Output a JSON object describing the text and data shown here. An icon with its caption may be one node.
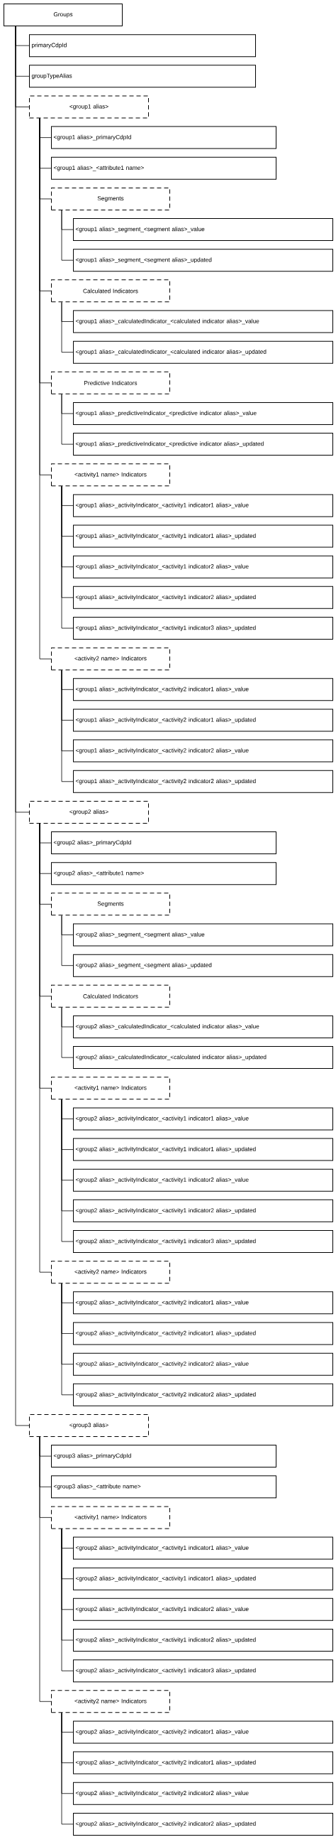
{
  "diagram": {
    "nodes": [
      {
        "text": [
          "Groups"
        ]
      },
      {
        "text": [
          "primaryCdpId"
        ]
      },
      {
        "text": [
          "groupTypeAlias"
        ]
      },
      {
        "text": [
          "<group1 alias>"
        ]
      },
      {
        "text": [
          "<group1 alias>_primaryCdpId"
        ]
      },
      {
        "text": [
          "<group1 alias>_<attribute1 name>"
        ]
      },
      {
        "text": [
          "Segments"
        ]
      },
      {
        "text": [
          "<group1 alias>_segment_<segment alias>_value"
        ]
      },
      {
        "text": [
          "<group1 alias>_segment_<segment alias>_updated"
        ]
      },
      {
        "text": [
          "Calculated Indicators"
        ]
      },
      {
        "text": [
          "<group1 alias>_calculatedIndicator_<calculated indicator alias>_value"
        ]
      },
      {
        "text": [
          "<group1 alias>_calculatedIndicator_<calculated indicator alias>_updated"
        ]
      },
      {
        "text": [
          "Predictive Indicators"
        ]
      },
      {
        "text": [
          "<group1 alias>_predictiveIndicator_<predictive indicator alias>_value"
        ]
      },
      {
        "text": [
          "<group1 alias>_predictiveIndicator_<predictive indicator alias>_updated"
        ]
      },
      {
        "text": [
          "<activity1 name> Indicators"
        ]
      },
      {
        "text": [
          "<group1 alias>_activityIndicator_<activity1 indicator1 alias>_value"
        ]
      },
      {
        "text": [
          "<group1 alias>_activityIndicator_<activity1 indicator1 alias>_updated"
        ]
      },
      {
        "text": [
          "<group1 alias>_activityIndicator_<activity1 indicator2 alias>_value"
        ]
      },
      {
        "text": [
          "<group1 alias>_activityIndicator_<activity1 indicator2 alias>_updated"
        ]
      },
      {
        "text": [
          "<group1 alias>_activityIndicator_<activity1 indicator3 alias>_updated"
        ]
      },
      {
        "text": [
          "<activity2 name> Indicators"
        ]
      },
      {
        "text": [
          "<group1 alias>_activityIndicator_<activity2 indicator1 alias>_value"
        ]
      },
      {
        "text": [
          "<group1 alias>_activityIndicator_<activity2 indicator1 alias>_updated"
        ]
      },
      {
        "text": [
          "<group1 alias>_activityIndicator_<activity2 indicator2 alias>_value"
        ]
      },
      {
        "text": [
          "<group1 alias>_activityIndicator_<activity2 indicator2 alias>_updated"
        ]
      },
      {
        "text": [
          "<group2 alias>"
        ]
      },
      {
        "text": [
          "<group2 alias>_primaryCdpId"
        ]
      },
      {
        "text": [
          "<group2 alias>_<attribute1 name>"
        ]
      },
      {
        "text": [
          "Segments"
        ]
      },
      {
        "text": [
          "<group2 alias>_segment_<segment alias>_value"
        ]
      },
      {
        "text": [
          "<group2 alias>_segment_<segment alias>_updated"
        ]
      },
      {
        "text": [
          "Calculated Indicators"
        ]
      },
      {
        "text": [
          "<group2 alias>_calculatedIndicator_<calculated indicator alias>_value"
        ]
      },
      {
        "text": [
          "<group2 alias>_calculatedIndicator_<calculated indicator alias>_updated"
        ]
      },
      {
        "text": [
          "<activity1 name> Indicators"
        ]
      },
      {
        "text": [
          "<group2 alias>_activityIndicator_<activity1 indicator1 alias>_value"
        ]
      },
      {
        "text": [
          "<group2 alias>_activityIndicator_<activity1 indicator1 alias>_updated"
        ]
      },
      {
        "text": [
          "<group2 alias>_activityIndicator_<activity1 indicator2 alias>_value"
        ]
      },
      {
        "text": [
          "<group2 alias>_activityIndicator_<activity1 indicator2 alias>_updated"
        ]
      },
      {
        "text": [
          "<group2 alias>_activityIndicator_<activity1 indicator3 alias>_updated"
        ]
      },
      {
        "text": [
          "<activity2 name> Indicators"
        ]
      },
      {
        "text": [
          "<group2 alias>_activityIndicator_<activity2 indicator1 alias>_value"
        ]
      },
      {
        "text": [
          "<group2 alias>_activityIndicator_<activity2 indicator1 alias>_updated"
        ]
      },
      {
        "text": [
          "<group2 alias>_activityIndicator_<activity2 indicator2 alias>_value"
        ]
      },
      {
        "text": [
          "<group2 alias>_activityIndicator_<activity2 indicator2 alias>_updated"
        ]
      },
      {
        "text": [
          "<group3 alias>"
        ]
      },
      {
        "text": [
          "<group3 alias>_primaryCdpId"
        ]
      },
      {
        "text": [
          "<group3 alias>_<attribute name>"
        ]
      },
      {
        "text": [
          "<activity1 name> Indicators"
        ]
      },
      {
        "text": [
          "<group2 alias>_activityIndicator_<activity1 indicator1 alias>_value"
        ]
      },
      {
        "text": [
          "<group2 alias>_activityIndicator_<activity1 indicator1 alias>_updated"
        ]
      },
      {
        "text": [
          "<group2 alias>_activityIndicator_<activity1 indicator2 alias>_value"
        ]
      },
      {
        "text": [
          "<group2 alias>_activityIndicator_<activity1 indicator2 alias>_updated"
        ]
      },
      {
        "text": [
          "<group2 alias>_activityIndicator_<activity1 indicator3 alias>_updated"
        ]
      },
      {
        "text": [
          "<activity2 name> Indicators"
        ]
      },
      {
        "text": [
          "<group2 alias>_activityIndicator_<activity2 indicator1 alias>_value"
        ]
      },
      {
        "text": [
          "<group2 alias>_activityIndicator_<activity2 indicator1 alias>_updated"
        ]
      },
      {
        "text": [
          "<group2 alias>_activityIndicator_<activity2 indicator2 alias>_value"
        ]
      },
      {
        "text": [
          "<group2 alias>_activityIndicator_<activity2 indicator2 alias>_updated"
        ]
      }
    ],
    "edges": [
      {
        "from": 0,
        "to": 1,
        "arrow": "none"
      },
      {
        "from": 0,
        "to": 2,
        "arrow": "none"
      },
      {
        "from": 0,
        "to": 3,
        "arrow": "none"
      },
      {
        "from": 3,
        "to": 4,
        "arrow": "none"
      },
      {
        "from": 3,
        "to": 5,
        "arrow": "none"
      },
      {
        "from": 3,
        "to": 6,
        "arrow": "none"
      },
      {
        "from": 6,
        "to": 7,
        "arrow": "none"
      },
      {
        "from": 6,
        "to": 8,
        "arrow": "none"
      },
      {
        "from": 3,
        "to": 9,
        "arrow": "none"
      },
      {
        "from": 9,
        "to": 10,
        "arrow": "none"
      },
      {
        "from": 9,
        "to": 11,
        "arrow": "none"
      },
      {
        "from": 3,
        "to": 12,
        "arrow": "none"
      },
      {
        "from": 12,
        "to": 13,
        "arrow": "none"
      },
      {
        "from": 12,
        "to": 14,
        "arrow": "none"
      },
      {
        "from": 3,
        "to": 15,
        "arrow": "none"
      },
      {
        "from": 15,
        "to": 16,
        "arrow": "none"
      },
      {
        "from": 15,
        "to": 17,
        "arrow": "none"
      },
      {
        "from": 15,
        "to": 18,
        "arrow": "none"
      },
      {
        "from": 15,
        "to": 19,
        "arrow": "none"
      },
      {
        "from": 15,
        "to": 20,
        "arrow": "none"
      },
      {
        "from": 3,
        "to": 21,
        "arrow": "none"
      },
      {
        "from": 21,
        "to": 22,
        "arrow": "none"
      },
      {
        "from": 21,
        "to": 23,
        "arrow": "none"
      },
      {
        "from": 21,
        "to": 24,
        "arrow": "none"
      },
      {
        "from": 21,
        "to": 25,
        "arrow": "none"
      },
      {
        "from": 0,
        "to": 26,
        "arrow": "none"
      },
      {
        "from": 26,
        "to": 27,
        "arrow": "none"
      },
      {
        "from": 26,
        "to": 28,
        "arrow": "none"
      },
      {
        "from": 26,
        "to": 29,
        "arrow": "none"
      },
      {
        "from": 29,
        "to": 30,
        "arrow": "none"
      },
      {
        "from": 29,
        "to": 31,
        "arrow": "none"
      },
      {
        "from": 26,
        "to": 32,
        "arrow": "none"
      },
      {
        "from": 32,
        "to": 33,
        "arrow": "none"
      },
      {
        "from": 32,
        "to": 34,
        "arrow": "none"
      },
      {
        "from": 26,
        "to": 35,
        "arrow": "none"
      },
      {
        "from": 35,
        "to": 36,
        "arrow": "none"
      },
      {
        "from": 35,
        "to": 37,
        "arrow": "none"
      },
      {
        "from": 35,
        "to": 38,
        "arrow": "none"
      },
      {
        "from": 35,
        "to": 39,
        "arrow": "none"
      },
      {
        "from": 35,
        "to": 40,
        "arrow": "none"
      },
      {
        "from": 26,
        "to": 41,
        "arrow": "none"
      },
      {
        "from": 41,
        "to": 42,
        "arrow": "none"
      },
      {
        "from": 41,
        "to": 43,
        "arrow": "none"
      },
      {
        "from": 41,
        "to": 44,
        "arrow": "none"
      },
      {
        "from": 41,
        "to": 45,
        "arrow": "none"
      },
      {
        "from": 0,
        "to": 46,
        "arrow": "none"
      },
      {
        "from": 46,
        "to": 47,
        "arrow": "none"
      },
      {
        "from": 46,
        "to": 48,
        "arrow": "none"
      },
      {
        "from": 46,
        "to": 49,
        "arrow": "none"
      },
      {
        "from": 49,
        "to": 50,
        "arrow": "none"
      },
      {
        "from": 49,
        "to": 51,
        "arrow": "none"
      },
      {
        "from": 49,
        "to": 52,
        "arrow": "none"
      },
      {
        "from": 49,
        "to": 53,
        "arrow": "none"
      },
      {
        "from": 49,
        "to": 54,
        "arrow": "none"
      },
      {
        "from": 46,
        "to": 55,
        "arrow": "none"
      },
      {
        "from": 55,
        "to": 56,
        "arrow": "none"
      },
      {
        "from": 55,
        "to": 57,
        "arrow": "none"
      },
      {
        "from": 55,
        "to": 58,
        "arrow": "none"
      },
      {
        "from": 55,
        "to": 59,
        "arrow": "none"
      }
    ]
  }
}
